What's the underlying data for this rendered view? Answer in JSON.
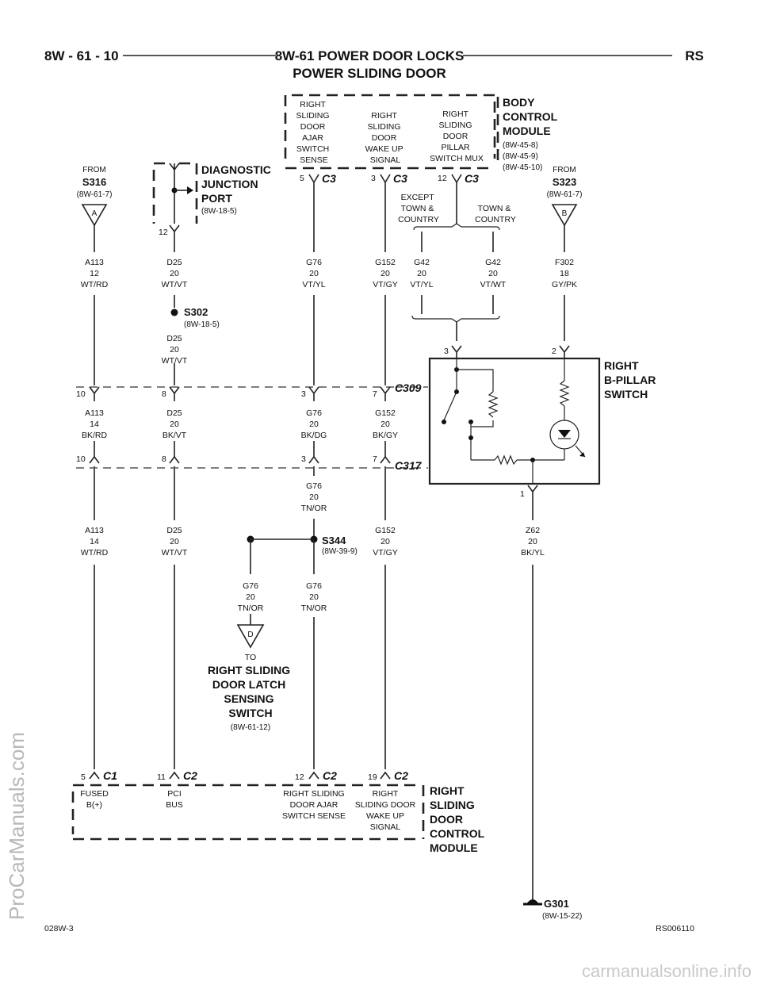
{
  "header": {
    "page_ref": "8W - 61 - 10",
    "title_line1": "8W-61 POWER DOOR LOCKS",
    "title_line2": "POWER SLIDING DOOR",
    "model": "RS"
  },
  "footer": {
    "left_code": "028W-3",
    "right_code": "RS006110"
  },
  "watermarks": {
    "side": "ProCarManuals.com",
    "bottom": "carmanualsonline.info"
  },
  "bcm": {
    "title": [
      "BODY",
      "CONTROL",
      "MODULE"
    ],
    "refs": [
      "(8W-45-8)",
      "(8W-45-9)",
      "(8W-45-10)"
    ],
    "col1": [
      "RIGHT",
      "SLIDING",
      "DOOR",
      "AJAR",
      "SWITCH",
      "SENSE"
    ],
    "col2": [
      "RIGHT",
      "SLIDING",
      "DOOR",
      "WAKE UP",
      "SIGNAL"
    ],
    "col3": [
      "RIGHT",
      "SLIDING",
      "DOOR",
      "PILLAR",
      "SWITCH MUX"
    ],
    "pins": [
      "5",
      "3",
      "12"
    ],
    "connector": "C3"
  },
  "variants": {
    "left": [
      "EXCEPT",
      "TOWN &",
      "COUNTRY"
    ],
    "right": [
      "TOWN &",
      "COUNTRY"
    ]
  },
  "djp": {
    "title": [
      "DIAGNOSTIC",
      "JUNCTION",
      "PORT"
    ],
    "ref": "(8W-18-5)",
    "pin": "12"
  },
  "from_s316": {
    "from": "FROM",
    "splice": "S316",
    "ref": "(8W-61-7)",
    "tag": "A"
  },
  "from_s323": {
    "from": "FROM",
    "splice": "S323",
    "ref": "(8W-61-7)",
    "tag": "B"
  },
  "wires_top": [
    [
      "A113",
      "12",
      "WT/RD"
    ],
    [
      "D25",
      "20",
      "WT/VT"
    ],
    [
      "G76",
      "20",
      "VT/YL"
    ],
    [
      "G152",
      "20",
      "VT/GY"
    ],
    [
      "G42",
      "20",
      "VT/YL"
    ],
    [
      "G42",
      "20",
      "VT/WT"
    ],
    [
      "F302",
      "18",
      "GY/PK"
    ]
  ],
  "s302": {
    "name": "S302",
    "ref": "(8W-18-5)",
    "wire": [
      "D25",
      "20",
      "WT/VT"
    ]
  },
  "c309": {
    "name": "C309",
    "pins": [
      "10",
      "8",
      "3",
      "7"
    ]
  },
  "wires_mid": [
    [
      "A113",
      "14",
      "BK/RD"
    ],
    [
      "D25",
      "20",
      "BK/VT"
    ],
    [
      "G76",
      "20",
      "BK/DG"
    ],
    [
      "G152",
      "20",
      "BK/GY"
    ]
  ],
  "c317": {
    "name": "C317",
    "pins": [
      "10",
      "8",
      "3",
      "7"
    ]
  },
  "g76_tnor": [
    "G76",
    "20",
    "TN/OR"
  ],
  "wires_low": [
    [
      "A113",
      "14",
      "WT/RD"
    ],
    [
      "D25",
      "20",
      "WT/VT"
    ],
    [
      "G152",
      "20",
      "VT/GY"
    ],
    [
      "Z62",
      "20",
      "BK/YL"
    ]
  ],
  "s344": {
    "name": "S344",
    "ref": "(8W-39-9)"
  },
  "g76_left": [
    "G76",
    "20",
    "TN/OR"
  ],
  "g76_right": [
    "G76",
    "20",
    "TN/OR"
  ],
  "to_latch": {
    "tag": "D",
    "to": "TO",
    "name": [
      "RIGHT SLIDING",
      "DOOR LATCH",
      "SENSING",
      "SWITCH"
    ],
    "ref": "(8W-61-12)"
  },
  "bpillar": {
    "title": [
      "RIGHT",
      "B-PILLAR",
      "SWITCH"
    ],
    "pins": [
      "3",
      "2",
      "1"
    ]
  },
  "g301": {
    "name": "G301",
    "ref": "(8W-15-22)"
  },
  "rsdcm": {
    "title": [
      "RIGHT",
      "SLIDING",
      "DOOR",
      "CONTROL",
      "MODULE"
    ],
    "pins": [
      {
        "pin": "5",
        "conn": "C1",
        "func": [
          "FUSED",
          "B(+)"
        ]
      },
      {
        "pin": "11",
        "conn": "C2",
        "func": [
          "PCI",
          "BUS"
        ]
      },
      {
        "pin": "12",
        "conn": "C2",
        "func": [
          "RIGHT SLIDING",
          "DOOR AJAR",
          "SWITCH SENSE"
        ]
      },
      {
        "pin": "19",
        "conn": "C2",
        "func": [
          "RIGHT",
          "SLIDING DOOR",
          "WAKE UP",
          "SIGNAL"
        ]
      }
    ]
  }
}
